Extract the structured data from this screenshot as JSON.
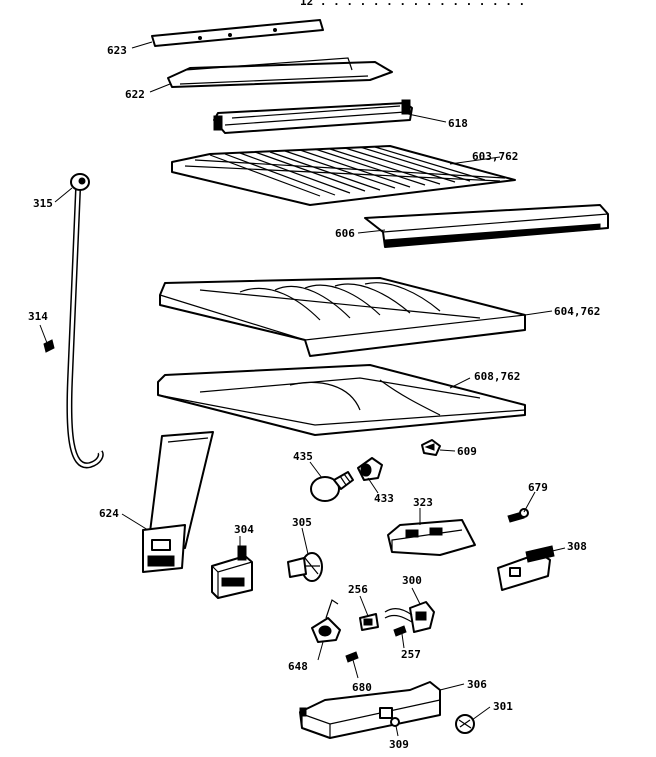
{
  "header_text": "12 . . . . . . . . . . . . . . . .",
  "labels": {
    "p623": "623",
    "p622": "622",
    "p618": "618",
    "p603": "603,762",
    "p315": "315",
    "p606": "606",
    "p604": "604,762",
    "p314": "314",
    "p608": "608,762",
    "p609": "609",
    "p435": "435",
    "p433": "433",
    "p679": "679",
    "p624": "624",
    "p304": "304",
    "p305": "305",
    "p323": "323",
    "p308": "308",
    "p256": "256",
    "p300": "300",
    "p648": "648",
    "p257": "257",
    "p680": "680",
    "p306": "306",
    "p301": "301",
    "p309": "309"
  }
}
